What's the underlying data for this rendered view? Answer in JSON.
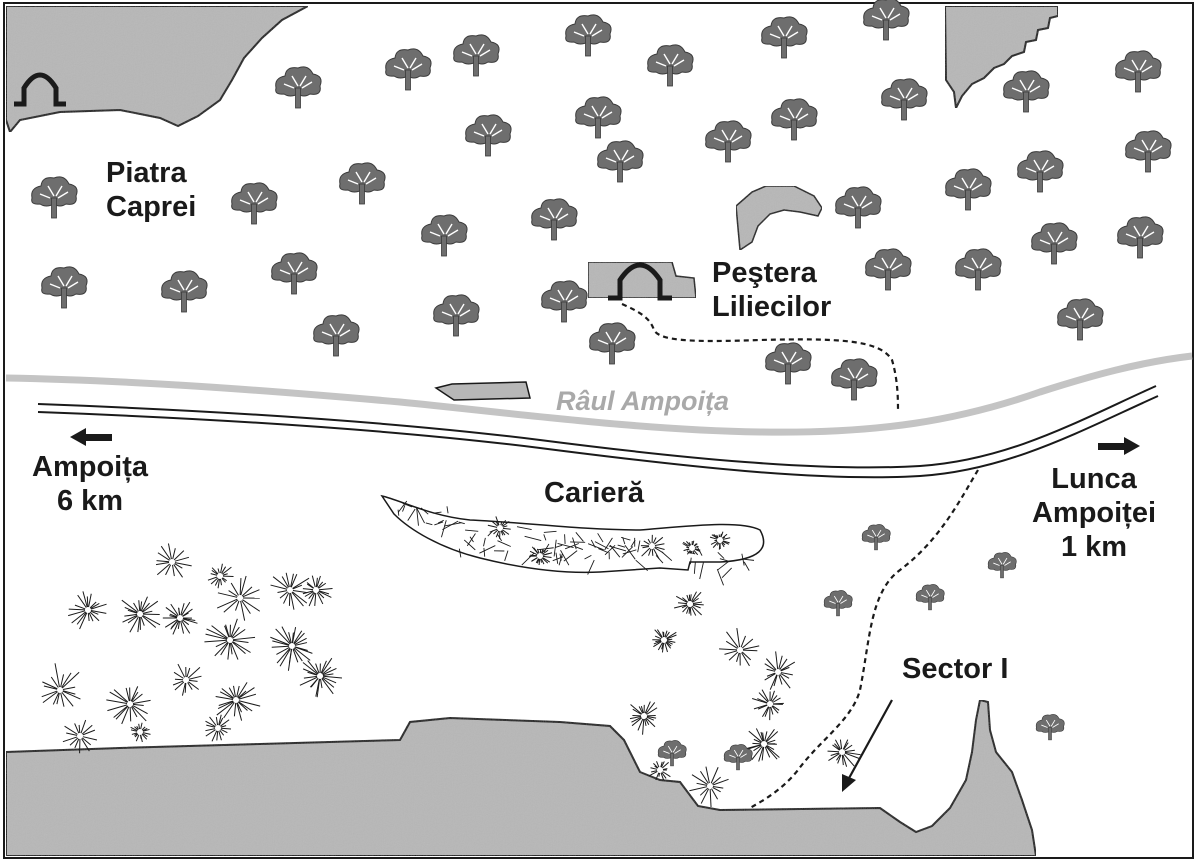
{
  "labels": {
    "piatra_caprei": [
      "Piatra",
      "Caprei"
    ],
    "pestera_liliecilor": [
      "Peştera",
      "Liliecilor"
    ],
    "raul_ampoita": "Râul Ampoița",
    "ampoita": [
      "Ampoița",
      "6 km"
    ],
    "cariera": "Carieră",
    "lunca_ampoitei": [
      "Lunca",
      "Ampoiței",
      "1 km"
    ],
    "sector_1": "Sector I"
  },
  "colors": {
    "rock_fill": "#b7b7b7",
    "tree_fill": "#6e6e6e",
    "river": "#c4c4c4",
    "outline": "#1a1a1a",
    "text": "#1a1a1a",
    "river_label": "#a9a9a9"
  },
  "legend_symbols": {
    "cave_entrance": "arch-icon",
    "trees": "tree-icon",
    "quarry_debris": "starburst-icon",
    "road": "double-line",
    "trail": "dashed-line",
    "direction": "arrow-icon"
  }
}
